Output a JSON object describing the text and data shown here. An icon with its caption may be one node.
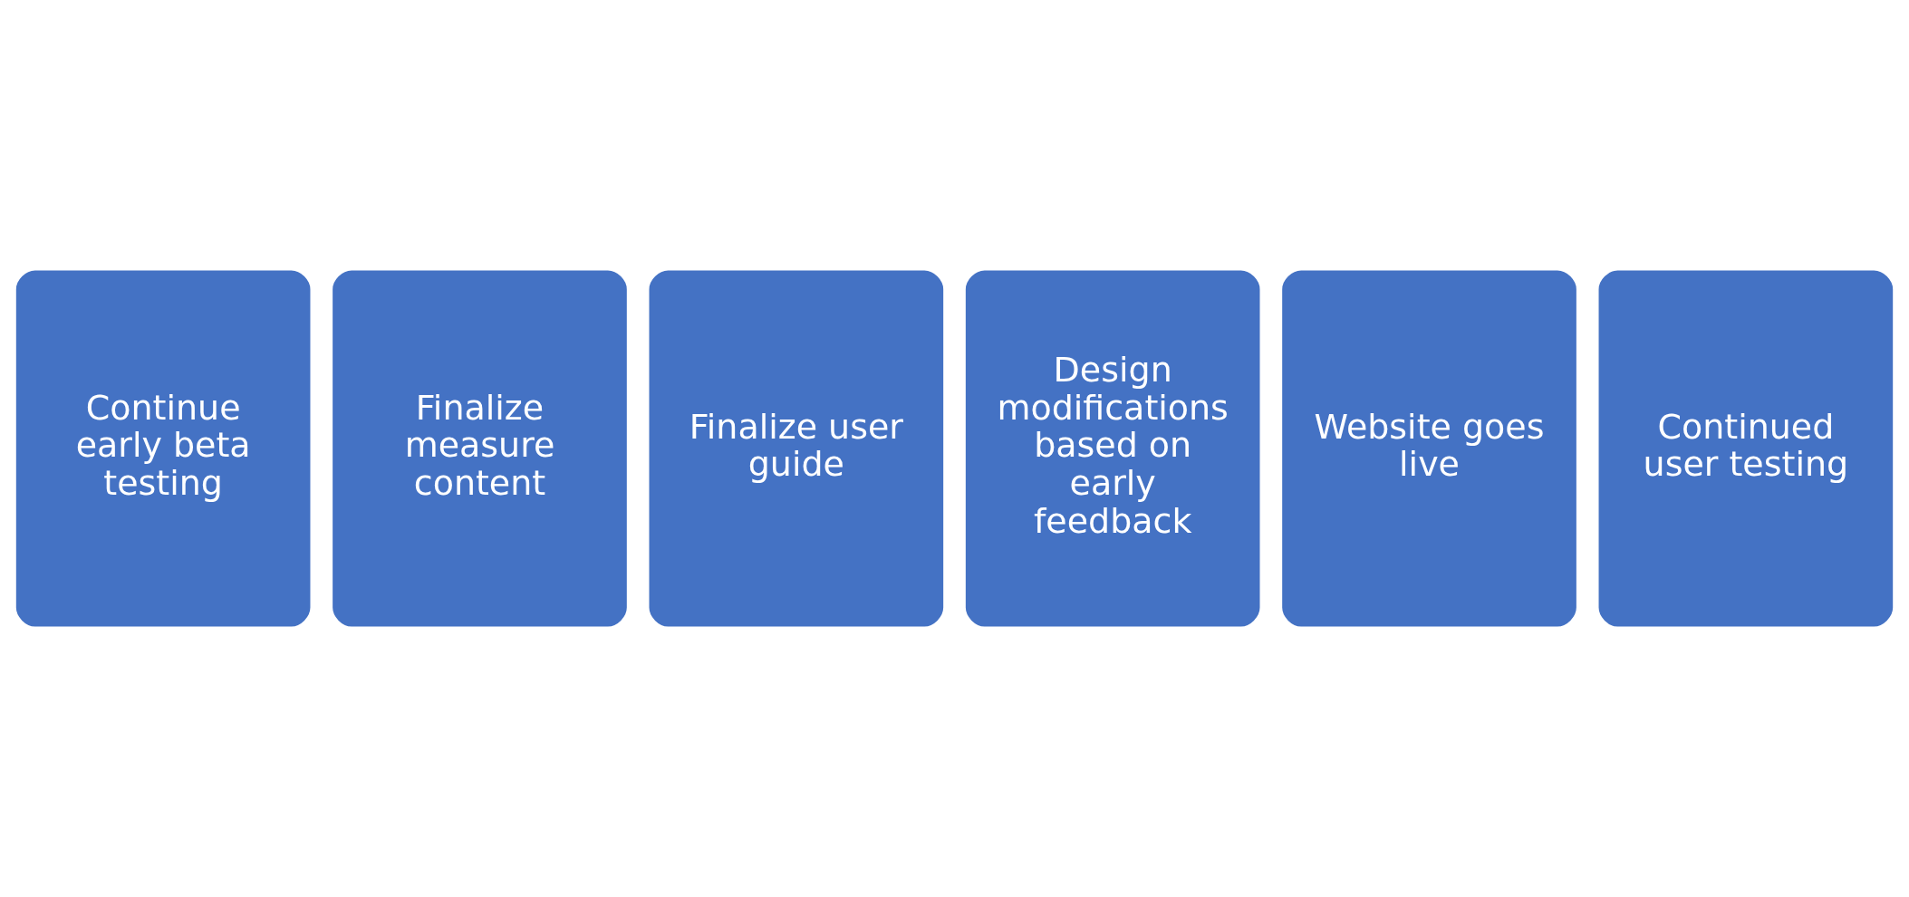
{
  "diagram": {
    "nodes": [
      {
        "text": [
          "Continue early beta testing"
        ]
      },
      {
        "text": [
          "Finalize measure content"
        ]
      },
      {
        "text": [
          "Finalize user guide"
        ]
      },
      {
        "text": [
          "Design modifications based on early feedback"
        ]
      },
      {
        "text": [
          "Website goes live"
        ]
      },
      {
        "text": [
          "Continued user testing"
        ]
      }
    ],
    "edges": []
  }
}
